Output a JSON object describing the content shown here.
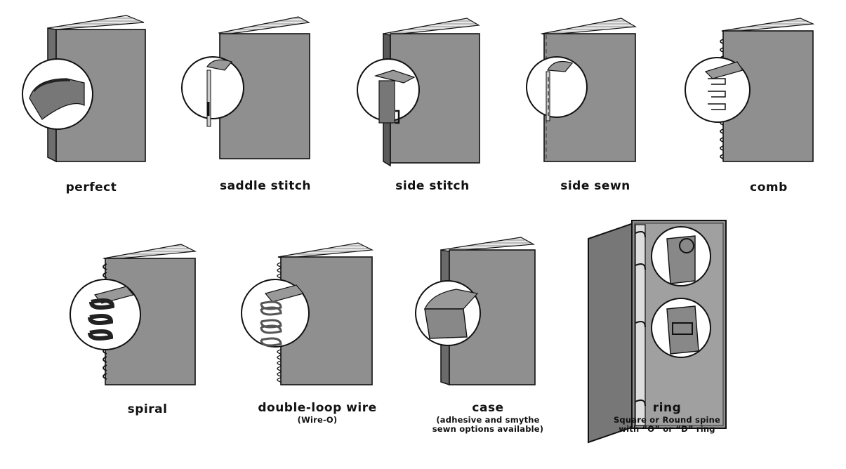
{
  "bindings": [
    {
      "id": "perfect",
      "name": "perfect",
      "sub": ""
    },
    {
      "id": "saddle",
      "name": "saddle stitch",
      "sub": ""
    },
    {
      "id": "sidestitch",
      "name": "side stitch",
      "sub": ""
    },
    {
      "id": "sidesewn",
      "name": "side sewn",
      "sub": ""
    },
    {
      "id": "comb",
      "name": "comb",
      "sub": ""
    },
    {
      "id": "spiral",
      "name": "spiral",
      "sub": ""
    },
    {
      "id": "wireo",
      "name": "double-loop wire",
      "sub": "(Wire-O)"
    },
    {
      "id": "case",
      "name": "case",
      "sub": "(adhesive and smythe\nsewn options available)"
    },
    {
      "id": "ring",
      "name": "ring",
      "sub": "Square or Round spine\nwith “O” or “D” ring"
    }
  ],
  "colors": {
    "cover": "#8f8f8f",
    "cover_dark": "#666666",
    "pages": "#e6e6e6",
    "outline": "#111111",
    "loupe": "#ffffff"
  }
}
